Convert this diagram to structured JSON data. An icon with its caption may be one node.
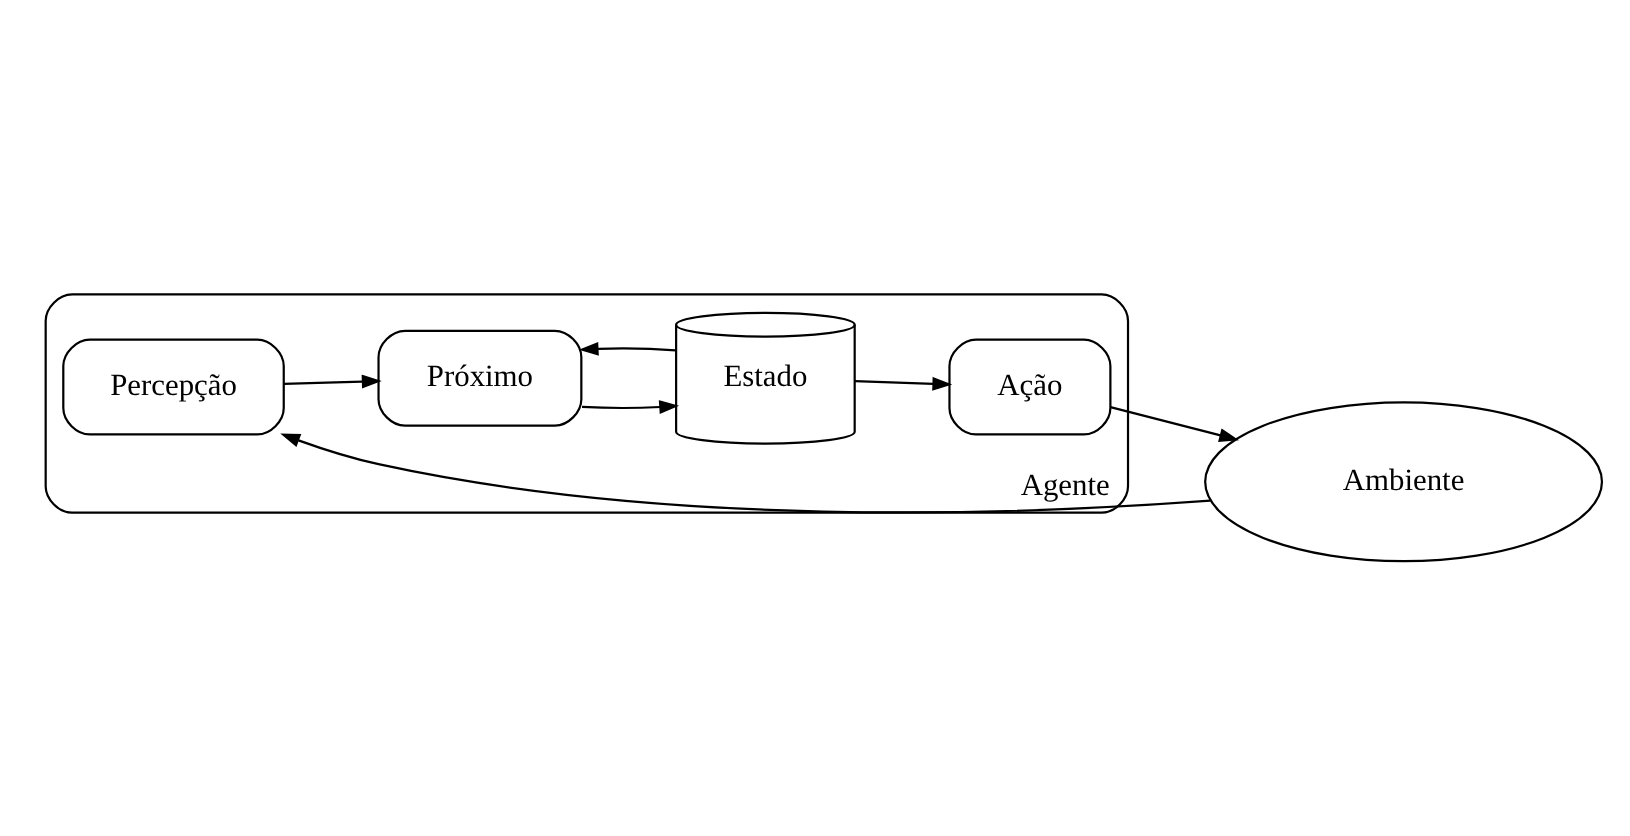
{
  "diagram": {
    "nodes": [
      {
        "text": [
          "Agente"
        ]
      },
      {
        "text": [
          "Percepção"
        ],
        "in": 0
      },
      {
        "text": [
          "Próximo"
        ],
        "in": 0
      },
      {
        "text": [
          "Estado"
        ],
        "in": 0
      },
      {
        "text": [
          "Ação"
        ],
        "in": 0
      },
      {
        "text": [
          "Ambiente"
        ]
      }
    ],
    "edges": [
      {
        "from": 1,
        "to": 2,
        "arrow": "to"
      },
      {
        "from": 3,
        "to": 2,
        "arrow": "to"
      },
      {
        "from": 2,
        "to": 3,
        "arrow": "to"
      },
      {
        "from": 3,
        "to": 4,
        "arrow": "to"
      },
      {
        "from": 4,
        "to": 5,
        "arrow": "to"
      },
      {
        "from": 5,
        "to": 1,
        "arrow": "to"
      }
    ]
  }
}
